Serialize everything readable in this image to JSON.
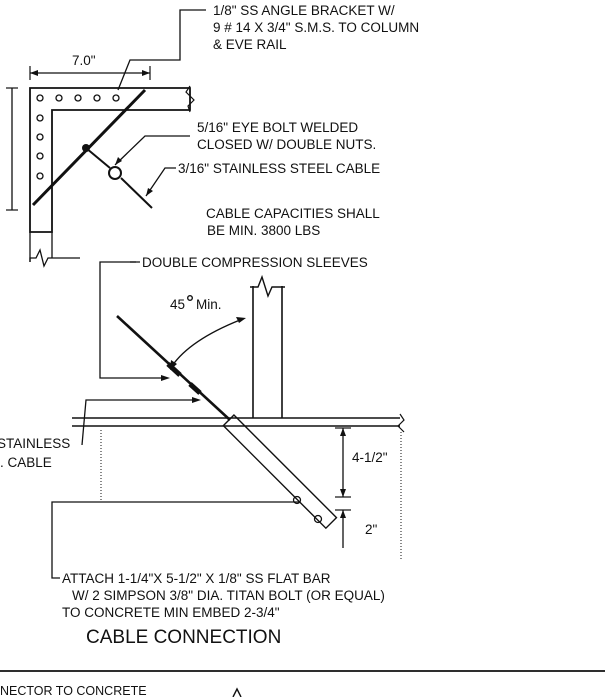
{
  "callouts": {
    "angle_bracket_1": "1/8\" SS ANGLE BRACKET W/",
    "angle_bracket_2": "9 # 14 X 3/4\" S.M.S. TO COLUMN",
    "angle_bracket_3": "& EVE RAIL",
    "eye_bolt_1": "5/16\" EYE BOLT WELDED",
    "eye_bolt_2": "CLOSED  W/ DOUBLE NUTS.",
    "cable": "3/16\" STAINLESS STEEL CABLE",
    "capacity_1": "CABLE CAPACITIES SHALL",
    "capacity_2": "BE MIN. 3800 LBS",
    "sleeves": "DOUBLE COMPRESSION SLEEVES",
    "angle": "45",
    "angle_suffix": "Min.",
    "stainless_1": "STAINLESS",
    "stainless_2": ". CABLE",
    "flat_bar_1": "ATTACH 1-1/4\"X 5-1/2\" X 1/8\" SS FLAT BAR",
    "flat_bar_2": "W/ 2 SIMPSON 3/8\" DIA. TITAN BOLT (OR EQUAL)",
    "flat_bar_3": "TO CONCRETE MIN EMBED 2-3/4\"",
    "footer": "NECTOR TO CONCRETE"
  },
  "dimensions": {
    "width": "7.0\"",
    "depth": "4-1/2\"",
    "edge": "2\""
  },
  "title": "CABLE CONNECTION"
}
